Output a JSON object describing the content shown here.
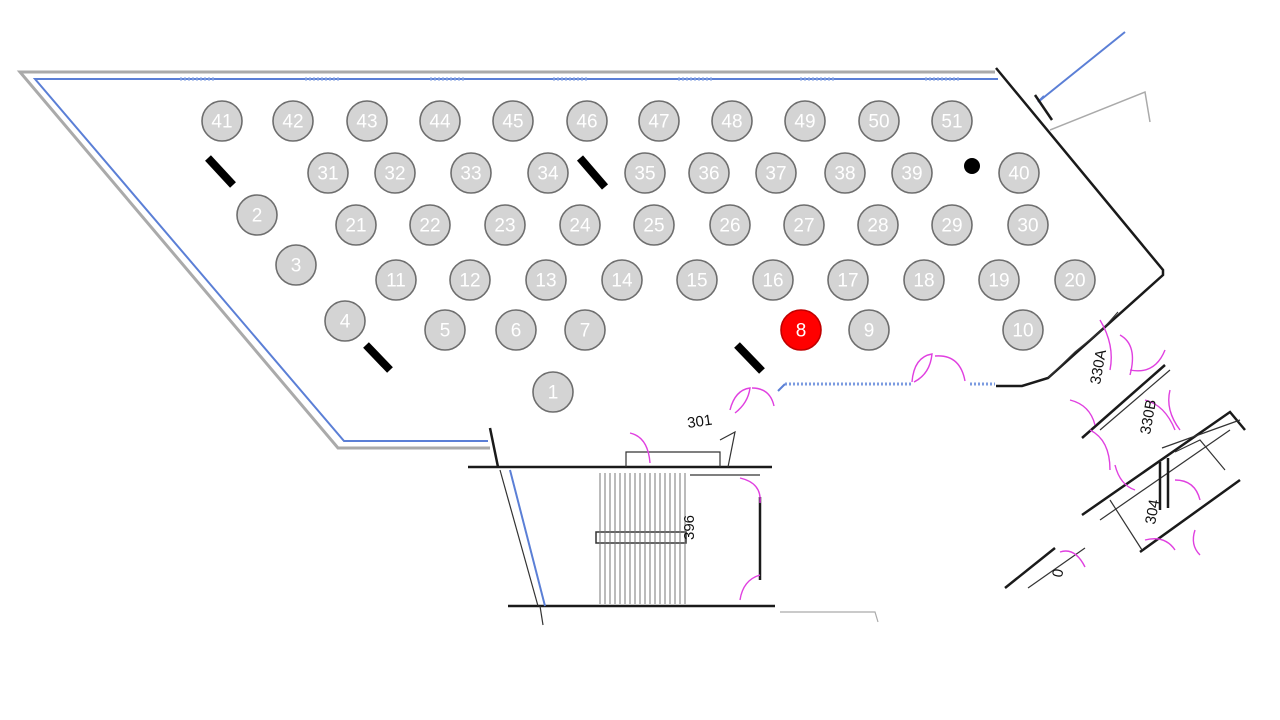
{
  "colors": {
    "seat_fill": "#d4d4d4",
    "seat_stroke": "#6e6e6e",
    "selected_fill": "#ff0000",
    "label": "#ffffff",
    "glass_wall": "#5b7fd6",
    "door_swing": "#e040e0"
  },
  "selected_seat": "8",
  "seats": [
    {
      "id": "41",
      "label": "41"
    },
    {
      "id": "42",
      "label": "42"
    },
    {
      "id": "43",
      "label": "43"
    },
    {
      "id": "44",
      "label": "44"
    },
    {
      "id": "45",
      "label": "45"
    },
    {
      "id": "46",
      "label": "46"
    },
    {
      "id": "47",
      "label": "47"
    },
    {
      "id": "48",
      "label": "48"
    },
    {
      "id": "49",
      "label": "49"
    },
    {
      "id": "50",
      "label": "50"
    },
    {
      "id": "51",
      "label": "51"
    },
    {
      "id": "31",
      "label": "31"
    },
    {
      "id": "32",
      "label": "32"
    },
    {
      "id": "33",
      "label": "33"
    },
    {
      "id": "34",
      "label": "34"
    },
    {
      "id": "35",
      "label": "35"
    },
    {
      "id": "36",
      "label": "36"
    },
    {
      "id": "37",
      "label": "37"
    },
    {
      "id": "38",
      "label": "38"
    },
    {
      "id": "39",
      "label": "39"
    },
    {
      "id": "40",
      "label": "40"
    },
    {
      "id": "2",
      "label": "2"
    },
    {
      "id": "21",
      "label": "21"
    },
    {
      "id": "22",
      "label": "22"
    },
    {
      "id": "23",
      "label": "23"
    },
    {
      "id": "24",
      "label": "24"
    },
    {
      "id": "25",
      "label": "25"
    },
    {
      "id": "26",
      "label": "26"
    },
    {
      "id": "27",
      "label": "27"
    },
    {
      "id": "28",
      "label": "28"
    },
    {
      "id": "29",
      "label": "29"
    },
    {
      "id": "30",
      "label": "30"
    },
    {
      "id": "3",
      "label": "3"
    },
    {
      "id": "11",
      "label": "11"
    },
    {
      "id": "12",
      "label": "12"
    },
    {
      "id": "13",
      "label": "13"
    },
    {
      "id": "14",
      "label": "14"
    },
    {
      "id": "15",
      "label": "15"
    },
    {
      "id": "16",
      "label": "16"
    },
    {
      "id": "17",
      "label": "17"
    },
    {
      "id": "18",
      "label": "18"
    },
    {
      "id": "19",
      "label": "19"
    },
    {
      "id": "20",
      "label": "20"
    },
    {
      "id": "4",
      "label": "4"
    },
    {
      "id": "5",
      "label": "5"
    },
    {
      "id": "6",
      "label": "6"
    },
    {
      "id": "7",
      "label": "7"
    },
    {
      "id": "8",
      "label": "8"
    },
    {
      "id": "9",
      "label": "9"
    },
    {
      "id": "10",
      "label": "10"
    },
    {
      "id": "1",
      "label": "1"
    }
  ],
  "rooms": {
    "room_301": "301",
    "room_396": "396",
    "room_330a": "330A",
    "room_330b": "330B",
    "room_304": "304",
    "room_0": "0"
  }
}
